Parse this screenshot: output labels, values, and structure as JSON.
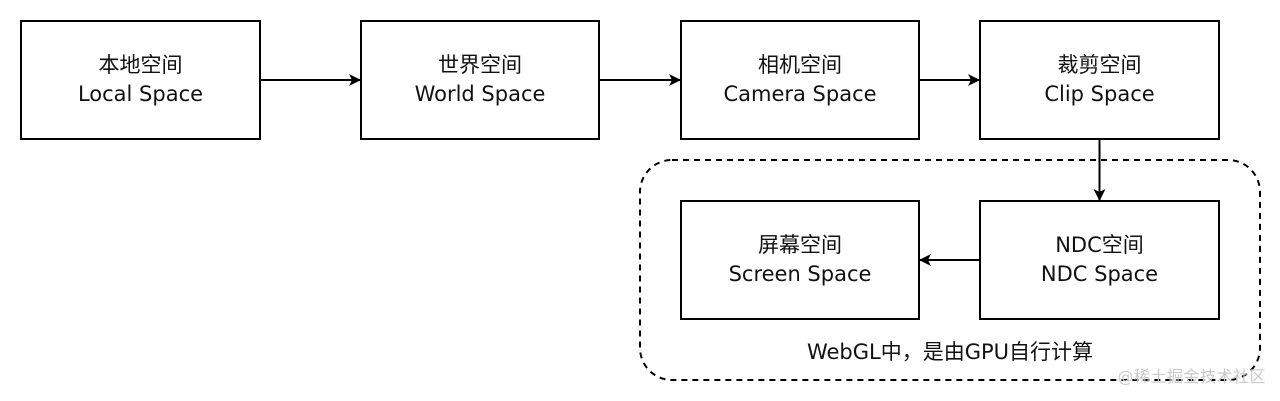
{
  "nodes": [
    {
      "id": "local",
      "zh": "本地空间",
      "en": "Local Space"
    },
    {
      "id": "world",
      "zh": "世界空间",
      "en": "World Space"
    },
    {
      "id": "camera",
      "zh": "相机空间",
      "en": "Camera Space"
    },
    {
      "id": "clip",
      "zh": "裁剪空间",
      "en": "Clip Space"
    },
    {
      "id": "ndc",
      "zh": "NDC空间",
      "en": "NDC Space"
    },
    {
      "id": "screen",
      "zh": "屏幕空间",
      "en": "Screen Space"
    }
  ],
  "edges": [
    {
      "from": "local",
      "to": "world"
    },
    {
      "from": "world",
      "to": "camera"
    },
    {
      "from": "camera",
      "to": "clip"
    },
    {
      "from": "clip",
      "to": "ndc"
    },
    {
      "from": "ndc",
      "to": "screen"
    }
  ],
  "group": {
    "label": "WebGL中，是由GPU自行计算",
    "members": [
      "ndc",
      "screen"
    ],
    "border_style": "dashed"
  },
  "watermark": "@稀土掘金技术社区"
}
